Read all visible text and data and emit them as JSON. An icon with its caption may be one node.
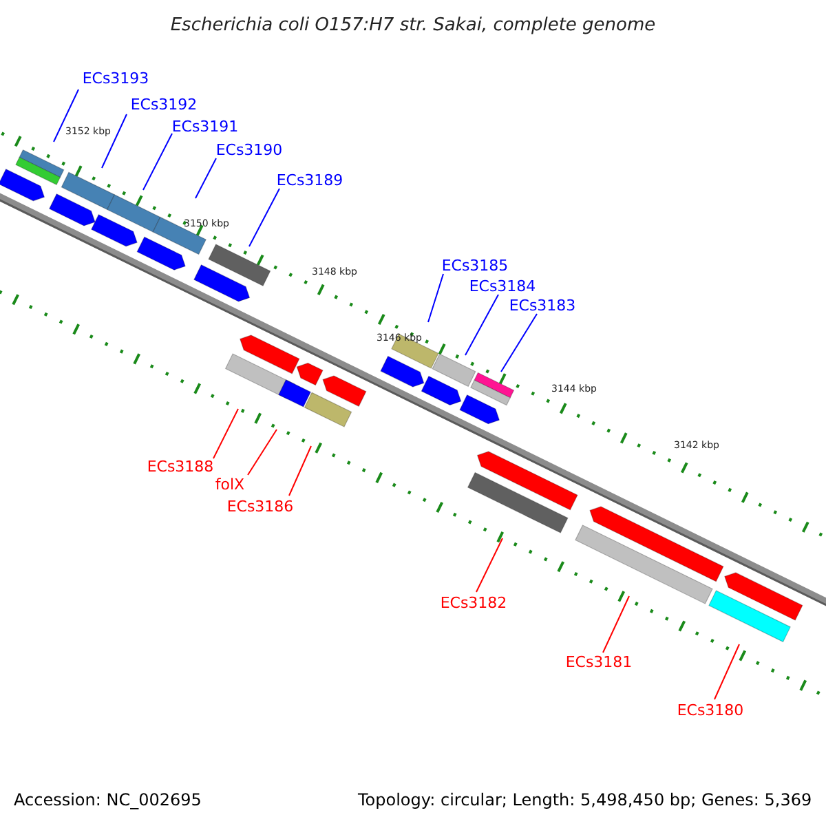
{
  "diagram": {
    "title": "Escherichia coli O157:H7 str. Sakai, complete genome",
    "nodes": [
      {
        "text": [
          "ECs3193"
        ]
      },
      {
        "text": [
          "ECs3192"
        ]
      },
      {
        "text": [
          "ECs3191"
        ]
      },
      {
        "text": [
          "ECs3190"
        ]
      },
      {
        "text": [
          "ECs3189"
        ]
      },
      {
        "text": [
          "ECs3185"
        ]
      },
      {
        "text": [
          "ECs3184"
        ]
      },
      {
        "text": [
          "ECs3183"
        ]
      },
      {
        "text": [
          "ECs3188"
        ]
      },
      {
        "text": [
          "folX"
        ]
      },
      {
        "text": [
          "ECs3186"
        ]
      },
      {
        "text": [
          "ECs3182"
        ]
      },
      {
        "text": [
          "ECs3181"
        ]
      },
      {
        "text": [
          "ECs3180"
        ]
      }
    ],
    "edges": [
      {
        "from": 0,
        "to": null,
        "arrow": "none"
      },
      {
        "from": 1,
        "to": null,
        "arrow": "none"
      },
      {
        "from": 2,
        "to": null,
        "arrow": "none"
      },
      {
        "from": 3,
        "to": null,
        "arrow": "none"
      },
      {
        "from": 4,
        "to": null,
        "arrow": "none"
      },
      {
        "from": 5,
        "to": null,
        "arrow": "none"
      },
      {
        "from": 6,
        "to": null,
        "arrow": "none"
      },
      {
        "from": 7,
        "to": null,
        "arrow": "none"
      },
      {
        "from": 8,
        "to": null,
        "arrow": "none",
        "color": "#ff0000"
      },
      {
        "from": 9,
        "to": null,
        "arrow": "none",
        "color": "#ff0000"
      },
      {
        "from": 10,
        "to": null,
        "arrow": "none",
        "color": "#ff0000"
      },
      {
        "from": 11,
        "to": null,
        "arrow": "none",
        "color": "#ff0000"
      },
      {
        "from": 12,
        "to": null,
        "arrow": "none",
        "color": "#ff0000"
      },
      {
        "from": 13,
        "to": null,
        "arrow": "none",
        "color": "#ff0000"
      }
    ],
    "labels": [
      "3152 kbp",
      "3150 kbp",
      "3148 kbp",
      "3146 kbp",
      "3144 kbp",
      "3142 kbp",
      "Accession: NC_002695",
      "Topology: circular; Length: 5,498,450 bp; Genes: 5,369"
    ]
  }
}
